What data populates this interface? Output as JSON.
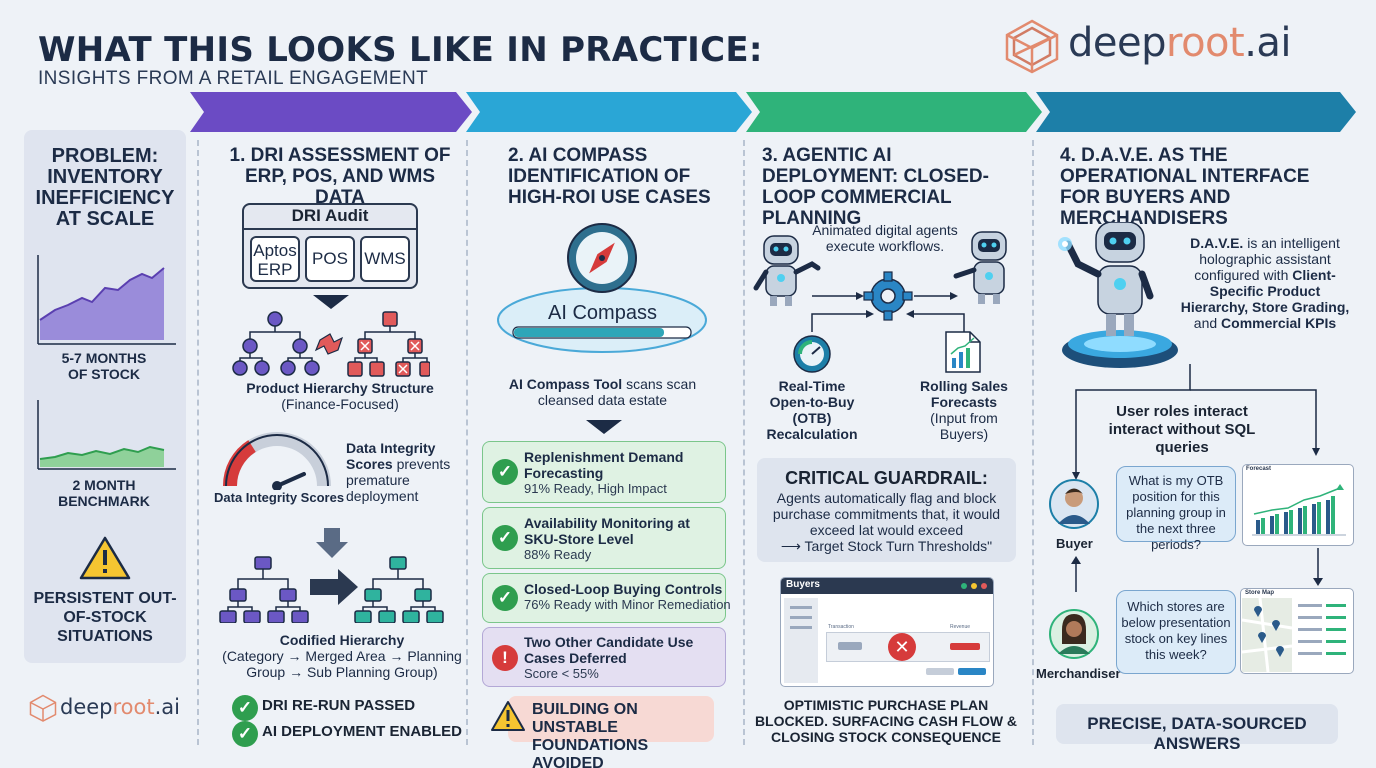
{
  "header": {
    "title": "WHAT THIS LOOKS LIKE IN PRACTICE:",
    "subtitle": "INSIGHTS FROM A RETAIL ENGAGEMENT",
    "logo_text_a": "deep",
    "logo_text_b": "root",
    "logo_text_c": ".ai"
  },
  "colors": {
    "step1": "#6b4bc4",
    "step2": "#2aa6d6",
    "step3": "#2fb37a",
    "step4": "#1d7fa8",
    "accent": "#e28a6e"
  },
  "problem": {
    "title": "PROBLEM: INVENTORY INEFFICIENCY AT SCALE",
    "chart1_label": "5-7 MONTHS OF STOCK",
    "chart2_label": "2 MONTH BENCHMARK",
    "warning": "PERSISTENT OUT-OF-STOCK SITUATIONS",
    "logo_a": "deep",
    "logo_b": "root",
    "logo_c": ".ai"
  },
  "col1": {
    "title": "1. DRI ASSESSMENT OF ERP, POS, AND WMS DATA",
    "audit_title": "DRI Audit",
    "systems": [
      "Aptos ERP",
      "POS",
      "WMS"
    ],
    "hierarchy_caption_bold": "Product Hierarchy Structure",
    "hierarchy_caption": "(Finance-Focused)",
    "gauge_label": "Data Integrity Scores",
    "integrity_bold": "Data Integrity Scores",
    "integrity_rest": "prevents premature deployment",
    "codified_bold": "Codified Hierarchy",
    "codified_rest": "(Category → Merged Area → Planning Group → Sub Planning Group)",
    "check1": "DRI RE-RUN PASSED",
    "check2": "AI DEPLOYMENT ENABLED"
  },
  "col2": {
    "title": "2. AI COMPASS IDENTIFICATION OF HIGH-ROI USE CASES",
    "compass_label": "AI Compass",
    "tool_bold": "AI Compass Tool",
    "tool_rest": "scans scan cleansed data estate",
    "use_cases": [
      {
        "title": "Replenishment Demand Forecasting",
        "sub": "91% Ready, High Impact"
      },
      {
        "title": "Availability Monitoring at SKU-Store Level",
        "sub": "88% Ready"
      },
      {
        "title": "Closed-Loop Buying Controls",
        "sub": "76% Ready with Minor Remediation"
      }
    ],
    "deferred_title": "Two Other Candidate Use Cases Deferred",
    "deferred_sub": "Score < 55%",
    "warning": "BUILDING ON UNSTABLE FOUNDATIONS AVOIDED"
  },
  "col3": {
    "title": "3. AGENTIC AI DEPLOYMENT: CLOSED-LOOP COMMERCIAL PLANNING",
    "agents_caption": "Animated digital agents execute workflows.",
    "otb_label": "Real-Time Open-to-Buy (OTB) Recalculation",
    "forecast_bold": "Rolling Sales Forecasts",
    "forecast_rest": "(Input from Buyers)",
    "guardrail_title": "CRITICAL GUARDRAIL:",
    "guardrail_text": "Agents automatically flag and block purchase commitments that, it would exceed lat would exceed",
    "guardrail_arrow": "⟶ Target Stock Turn Thresholds\"",
    "window_title": "Buyers",
    "window_col_a": "Transaction",
    "window_col_b": "Revenue",
    "blocked_caption": "OPTIMISTIC PURCHASE PLAN BLOCKED. SURFACING CASH FLOW & CLOSING STOCK CONSEQUENCE"
  },
  "col4": {
    "title": "4. D.A.V.E. AS THE OPERATIONAL INTERFACE FOR BUYERS AND MERCHANDISERS",
    "dave_intro_bold": "D.A.V.E.",
    "dave_intro_rest": "is an intelligent holographic assistant configured with",
    "dave_list_bold_a": "Client-Specific Product Hierarchy,",
    "dave_list_bold_b": "Store Grading,",
    "dave_list_and": "and",
    "dave_list_bold_c": "Commercial KPIs",
    "roles_text": "User roles interact interact without SQL queries",
    "buyer_label": "Buyer",
    "buyer_question": "What is my OTB position for this planning group in the next three periods?",
    "forecast_window": "Forecast",
    "merch_label": "Merchandiser",
    "merch_question": "Which stores are below presentation stock on key lines this week?",
    "map_window": "Store Map",
    "footer": "PRECISE, DATA-SOURCED ANSWERS"
  }
}
